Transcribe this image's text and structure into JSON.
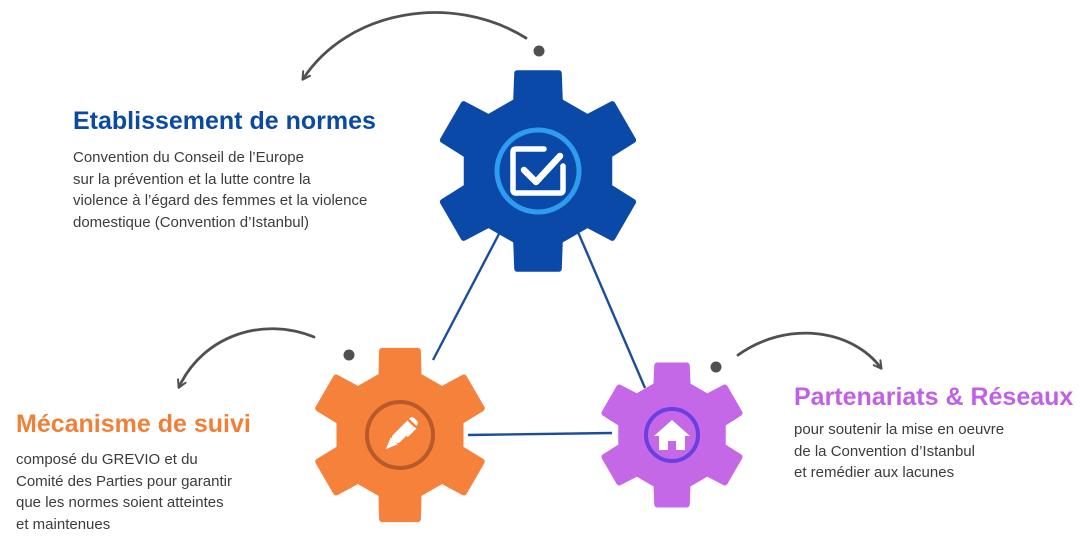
{
  "colors": {
    "blue": "#0b49a8",
    "blue_ring": "#2e9cf0",
    "orange": "#f5813a",
    "orange_ring": "#b85a2a",
    "purple": "#c568e8",
    "purple_ring": "#6b3fe0",
    "title_blue": "#0b4aa2",
    "title_orange": "#f08038",
    "title_purple": "#c160e6",
    "connector": "#1a4e9c",
    "arrow": "#505050"
  },
  "blocks": {
    "normes": {
      "title": "Etablissement de normes",
      "lines": [
        "Convention du Conseil de l’Europe",
        "sur la prévention et la lutte contre la",
        "violence à l’égard des femmes et la violence",
        "domestique (Convention d’Istanbul)"
      ],
      "icon": "checkbox-icon"
    },
    "suivi": {
      "title": "Mécanisme de suivi",
      "lines": [
        "composé du GREVIO et du",
        "Comité des Parties pour garantir",
        "que les normes soient atteintes",
        "et maintenues"
      ],
      "icon": "pen-icon"
    },
    "partenariats": {
      "title": "Partenariats & Réseaux",
      "lines": [
        "pour soutenir la mise en oeuvre",
        "de la Convention d’Istanbul",
        "et remédier aux lacunes"
      ],
      "icon": "home-icon"
    }
  }
}
